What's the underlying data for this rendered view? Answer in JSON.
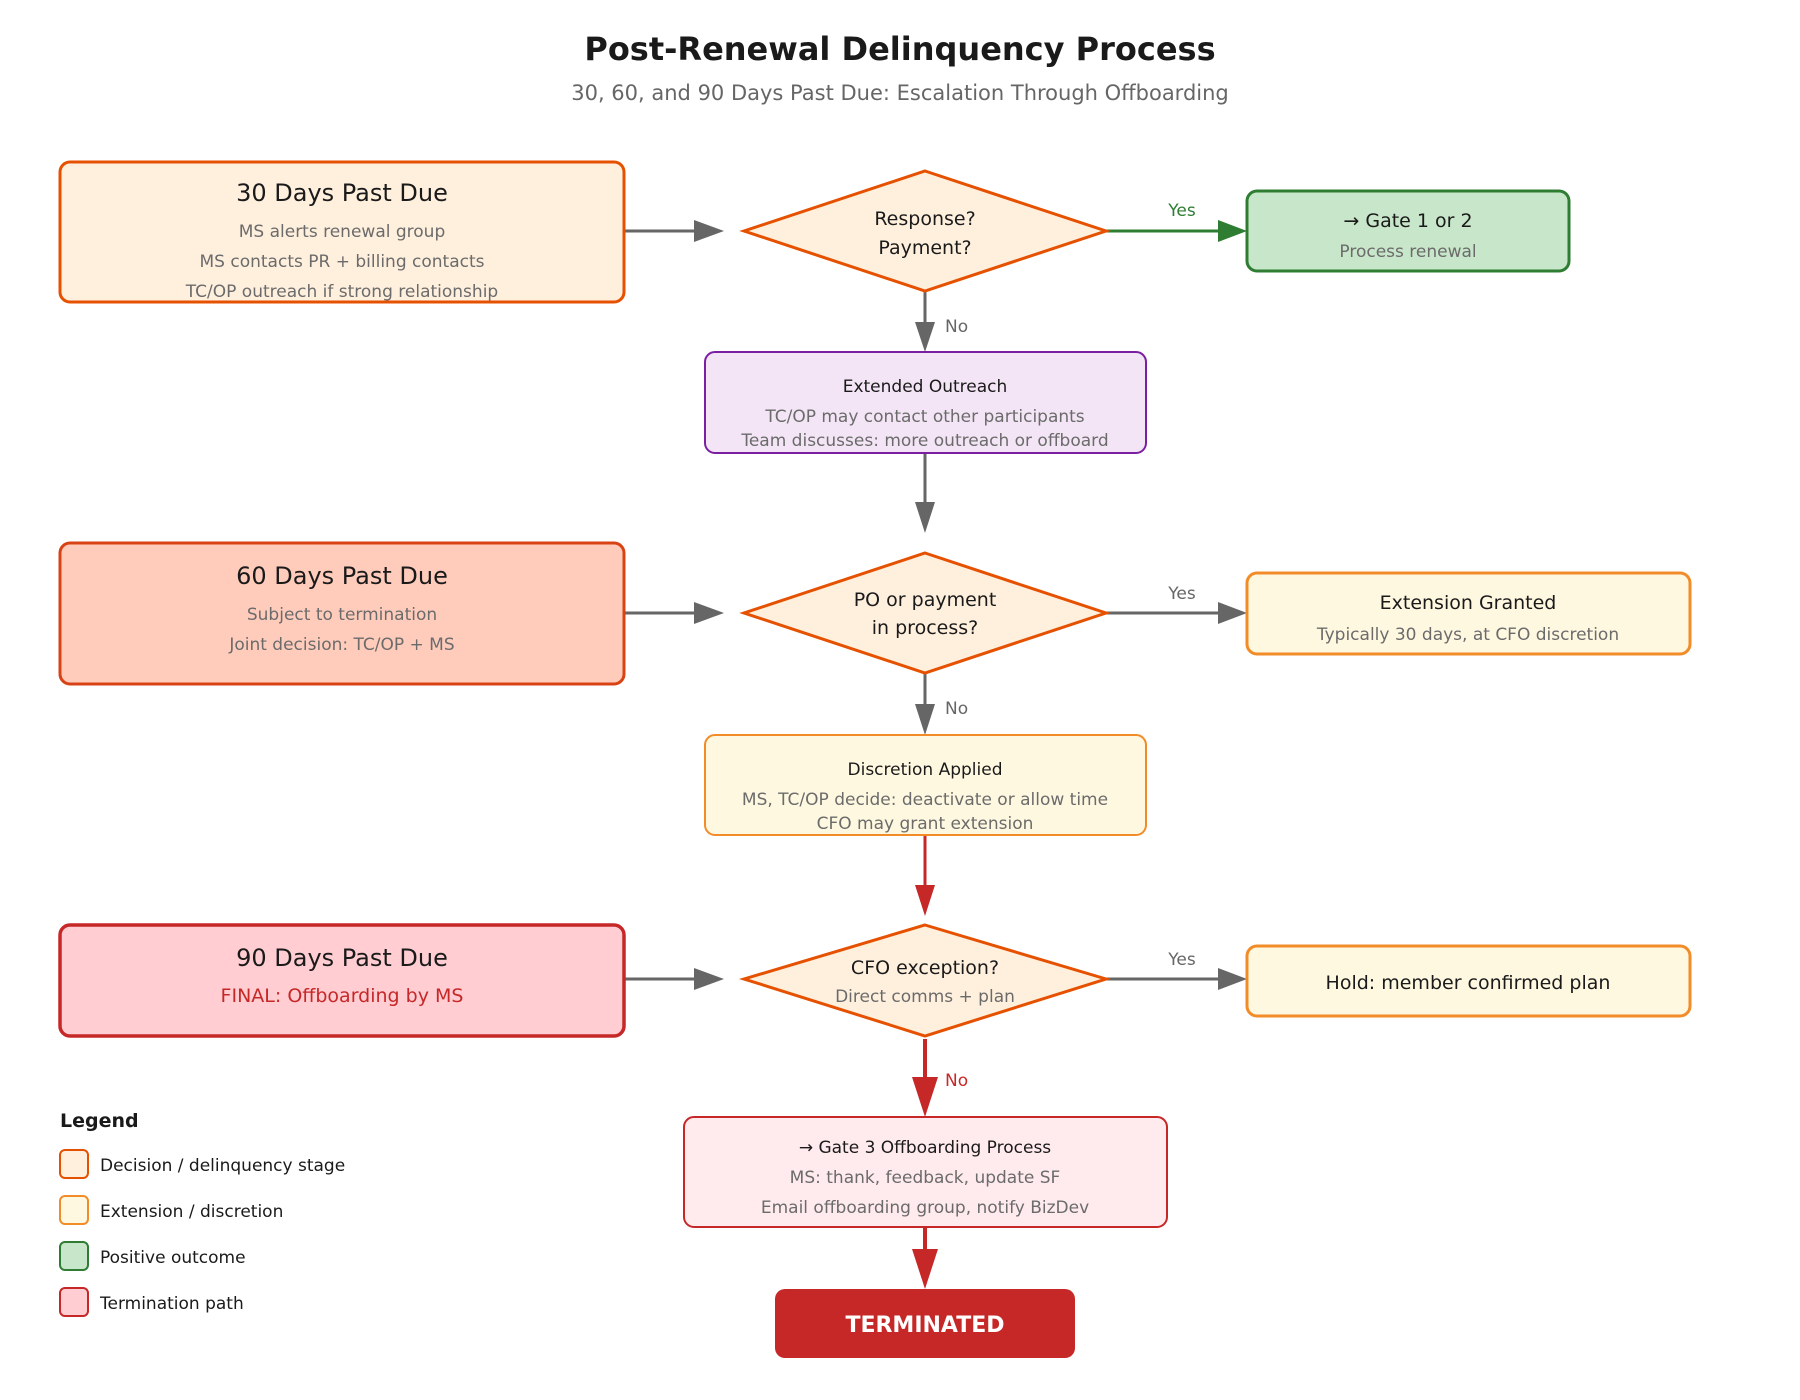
{
  "title": "Post-Renewal Delinquency Process",
  "subtitle": "30, 60, and 90 Days Past Due: Escalation Through Offboarding",
  "stages": [
    {
      "id": "stage-30",
      "title": "30 Days Past Due",
      "lines": [
        "MS alerts renewal group",
        "MS contacts PR + billing contacts",
        "TC/OP outreach if strong relationship"
      ],
      "fill": "#fff0de",
      "stroke": "#e65100"
    },
    {
      "id": "stage-60",
      "title": "60 Days Past Due",
      "lines": [
        "Subject to termination",
        "Joint decision: TC/OP + MS"
      ],
      "fill": "#ffccbc",
      "stroke": "#d84315"
    },
    {
      "id": "stage-90",
      "title": "90 Days Past Due",
      "lines": [
        "FINAL: Offboarding by MS"
      ],
      "fill": "#ffcdd2",
      "stroke": "#c62828",
      "line_color": "#c62828"
    }
  ],
  "decisions": [
    {
      "id": "decision-response",
      "lines": [
        "Response?",
        "Payment?"
      ],
      "sub": ""
    },
    {
      "id": "decision-po",
      "lines": [
        "PO or payment",
        "in process?"
      ],
      "sub": ""
    },
    {
      "id": "decision-cfo",
      "lines": [
        "CFO exception?"
      ],
      "sub": "Direct comms + plan"
    }
  ],
  "outcomes": {
    "gate12": {
      "title": "→ Gate 1 or 2",
      "lines": [
        "Process renewal"
      ]
    },
    "extended_outreach": {
      "title": "Extended Outreach",
      "lines": [
        "TC/OP may contact other participants",
        "Team discusses: more outreach or offboard"
      ]
    },
    "extension_granted": {
      "title": "Extension Granted",
      "lines": [
        "Typically 30 days, at CFO discretion"
      ]
    },
    "discretion": {
      "title": "Discretion Applied",
      "lines": [
        "MS, TC/OP decide: deactivate or allow time",
        "CFO may grant extension"
      ]
    },
    "hold": {
      "title": "Hold: member confirmed plan",
      "lines": []
    },
    "gate3": {
      "title": "→ Gate 3 Offboarding Process",
      "lines": [
        "MS: thank, feedback, update SF",
        "Email offboarding group, notify BizDev"
      ]
    },
    "terminated": {
      "title": "TERMINATED"
    }
  },
  "edge_labels": {
    "yes": "Yes",
    "no": "No"
  },
  "legend": {
    "title": "Legend",
    "items": [
      {
        "label": "Decision / delinquency stage",
        "fill": "#fff0de",
        "stroke": "#e65100"
      },
      {
        "label": "Extension / discretion",
        "fill": "#fff8e1",
        "stroke": "#f57f17"
      },
      {
        "label": "Positive outcome",
        "fill": "#c8e6c9",
        "stroke": "#2e7d32"
      },
      {
        "label": "Termination path",
        "fill": "#ffcdd2",
        "stroke": "#c62828"
      }
    ]
  },
  "colors": {
    "orange": "#e65100",
    "amber": "#f28c28",
    "green": "#2e7d32",
    "red": "#c62828",
    "purple": "#7b1fa2",
    "gray": "#666666"
  }
}
